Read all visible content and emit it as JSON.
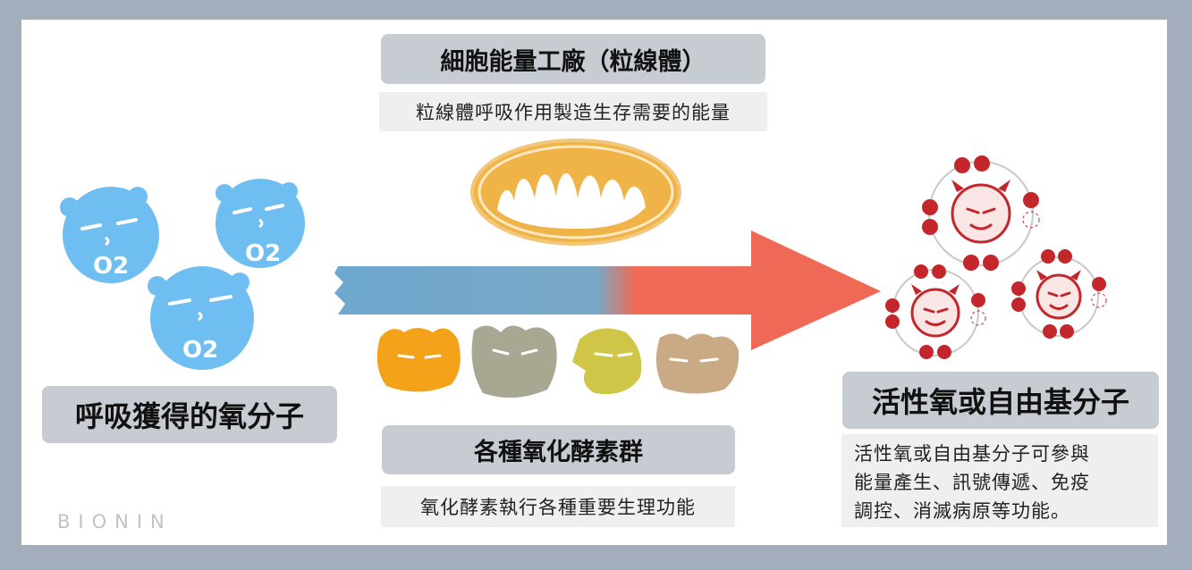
{
  "mitochondria_title": "細胞能量工廠（粒線體）",
  "mitochondria_desc": "粒線體呼吸作用製造生存需要的能量",
  "oxygen_label": "呼吸獲得的氧分子",
  "oxygen_glyph": "O2",
  "enzyme_title": "各種氧化酵素群",
  "enzyme_desc": "氧化酵素執行各種重要生理功能",
  "ros_title": "活性氧或自由基分子",
  "ros_desc_lines": [
    "活性氧或自由基分子可參與",
    "能量產生、訊號傳遞、免疫",
    "調控、消滅病原等功能。"
  ],
  "watermark": "BIONIN",
  "colors": {
    "oxygen": "#6fbef2",
    "arrow_blue": "#76a9cc",
    "arrow_red": "#ee6a55",
    "mitochondria": "#f0b347",
    "radical": "#c3272b",
    "enzymes": [
      "#f4a21a",
      "#a8a892",
      "#cfc647",
      "#c9aa85"
    ]
  }
}
